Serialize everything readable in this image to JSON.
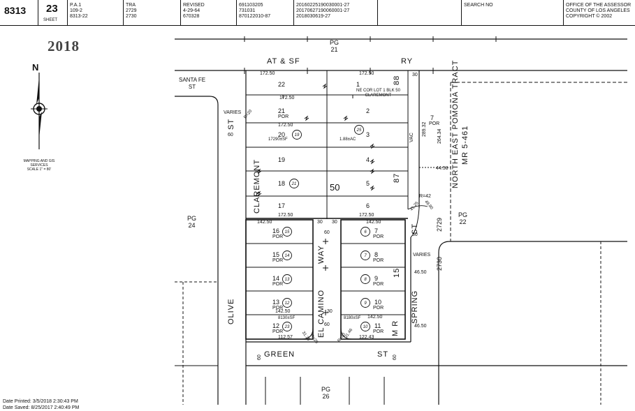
{
  "header": {
    "map_book": "8313",
    "page": "23",
    "sheet_label": "SHEET",
    "pa": [
      "P.A.1",
      "109-2",
      "8313-22"
    ],
    "tra": [
      "TRA",
      "2729",
      "2730"
    ],
    "revised": [
      "REVISED",
      "4-29-64",
      "670328"
    ],
    "doc_nums_a": [
      "691103205",
      "731031",
      "870122010-87"
    ],
    "doc_nums_b": [
      "20160225190030001-27",
      "20170627190060001-27",
      "2018030619-27"
    ],
    "search_label": "SEARCH NO",
    "office": [
      "OFFICE OF THE ASSESSOR",
      "COUNTY OF LOS ANGELES",
      "COPYRIGHT © 2002"
    ]
  },
  "stamp_year": "2018",
  "north_arrow_label": "N",
  "services": [
    "MAPPING AND GIS",
    "SERVICES",
    "SCALE 1\" = 80'"
  ],
  "footer": [
    "Date Printed: 3/5/2018 2:30:43 PM",
    "Date Saved: 8/25/2017 2:40:49 PM"
  ],
  "page_refs": {
    "top": [
      "PG",
      "21"
    ],
    "left": [
      "PG",
      "24"
    ],
    "right": [
      "PG",
      "22"
    ],
    "bottom": [
      "PG",
      "26"
    ]
  },
  "streets": {
    "railway": [
      "AT & SF",
      "RY"
    ],
    "santa_fe": [
      "SANTA FE",
      "ST"
    ],
    "olive": "OLIVE",
    "olive_st": "ST",
    "claremont": "CLAREMONT",
    "claremont_st": "ST",
    "el_camino": "EL CAMINO",
    "way": "WAY",
    "spring": "SPRING",
    "spring_st": "ST",
    "green": "GREEN",
    "green_st": "ST",
    "tract": [
      "NORTH EAST POMONA TRACT",
      "MR 5-461"
    ],
    "mr": "M R"
  },
  "block_number": "50",
  "block_label": "88",
  "block_label_87": "87",
  "block_label_15": "15",
  "tra_codes": [
    "2729",
    "2730"
  ],
  "corner_note": [
    "NE COR LOT 1 BLK 50",
    "CLAREMONT"
  ],
  "dims": {
    "d172": "172.50",
    "d142": "142.50",
    "d30": "30",
    "d60": "60",
    "varies": "VARIES",
    "d4650": "46.50",
    "d4458": "44.58",
    "d28932": "289.32",
    "d26434": "264.34",
    "r42": "R=42",
    "d4125": "41.25",
    "d4980": "49.80",
    "d11257": "112.57",
    "d12243": "122.43",
    "d3135": "31.35",
    "d3146": "31.46",
    "r20": "R=20",
    "vac": "VAC",
    "areas": [
      "17290±SF",
      "1.88±AC",
      "8130±SF",
      "8180±SF"
    ]
  },
  "lots_west_upper": [
    {
      "lot": "22",
      "parcel": "",
      "note": ""
    },
    {
      "lot": "21",
      "parcel": "",
      "note": "POR"
    },
    {
      "lot": "20",
      "parcel": "19",
      "note": ""
    },
    {
      "lot": "19",
      "parcel": "",
      "note": ""
    },
    {
      "lot": "18",
      "parcel": "21",
      "note": ""
    },
    {
      "lot": "17",
      "parcel": "",
      "note": ""
    }
  ],
  "lots_east_upper": [
    {
      "lot": "1",
      "parcel": "",
      "note": ""
    },
    {
      "lot": "2",
      "parcel": "",
      "note": ""
    },
    {
      "lot": "3",
      "parcel": "25",
      "note": ""
    },
    {
      "lot": "4",
      "parcel": "",
      "note": ""
    },
    {
      "lot": "5",
      "parcel": "",
      "note": ""
    },
    {
      "lot": "6",
      "parcel": "",
      "note": ""
    },
    {
      "lot": "7",
      "parcel": "",
      "note": "POR"
    }
  ],
  "lots_west_lower": [
    {
      "lot": "16",
      "parcel": "15",
      "note": "POR"
    },
    {
      "lot": "15",
      "parcel": "14",
      "note": "POR"
    },
    {
      "lot": "14",
      "parcel": "13",
      "note": "POR"
    },
    {
      "lot": "13",
      "parcel": "12",
      "note": "POR"
    },
    {
      "lot": "12",
      "parcel": "23",
      "note": "POR"
    }
  ],
  "lots_east_lower": [
    {
      "lot": "7",
      "parcel": "6",
      "note": "POR"
    },
    {
      "lot": "8",
      "parcel": "7",
      "note": "POR"
    },
    {
      "lot": "9",
      "parcel": "8",
      "note": "POR"
    },
    {
      "lot": "10",
      "parcel": "9",
      "note": "POR"
    },
    {
      "lot": "11",
      "parcel": "10",
      "note": "POR"
    }
  ]
}
